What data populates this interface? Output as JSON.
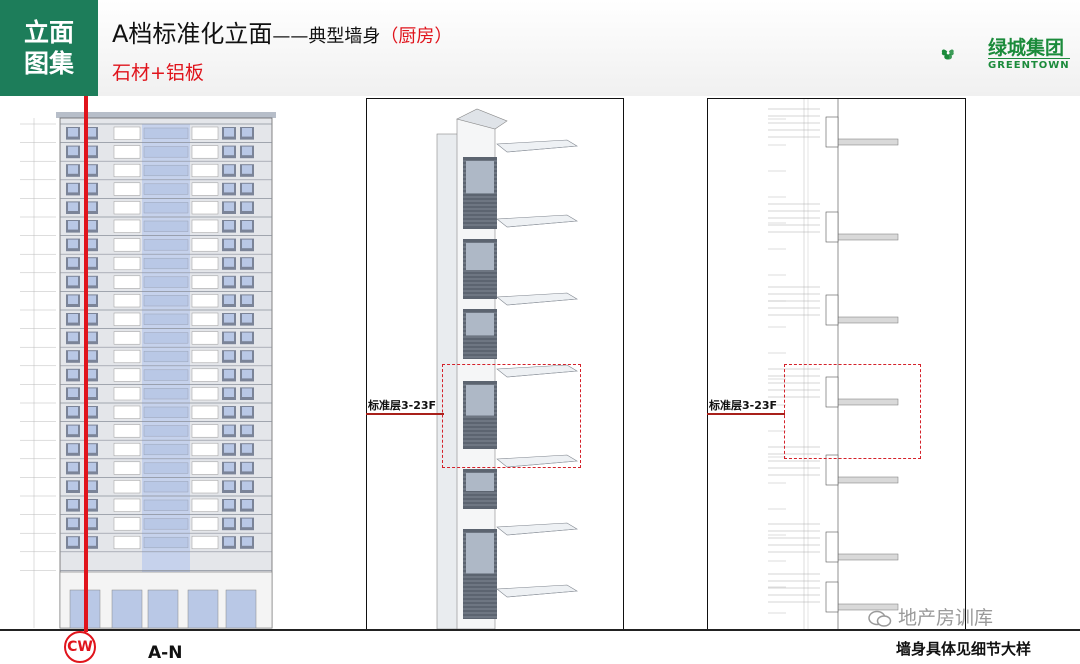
{
  "header": {
    "tag": "立面图集",
    "tag_line1": "立面",
    "tag_line2": "图集",
    "title": "A档标准化立面",
    "title_sub": "——典型墙身",
    "title_paren": "（厨房）",
    "subtitle": "石材+铝板",
    "logo_text": "绿城集团",
    "logo_en": "GREENTOWN"
  },
  "panels": {
    "middle_label": "标准层3-23F",
    "right_label": "标准层3-23F"
  },
  "footer": {
    "cw": "CW",
    "elevation_name": "A-N",
    "note": "墙身具体见细节大样",
    "watermark": "地产房训库"
  },
  "colors": {
    "brand_green": "#1d7d5a",
    "accent_red": "#e0141c",
    "glass_blue": "#b9c8e6"
  },
  "icons": [
    "clover-logo-icon",
    "wechat-icon"
  ]
}
